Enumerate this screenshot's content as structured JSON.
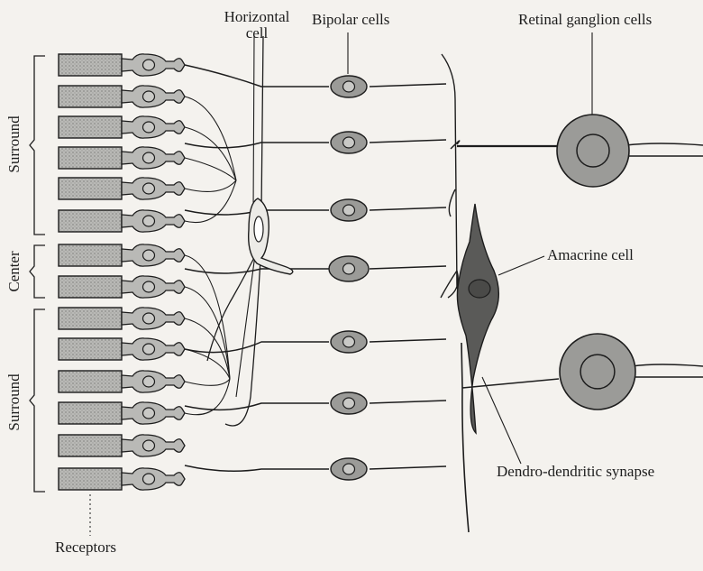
{
  "labels": {
    "horizontal_cell_line1": "Horizontal",
    "horizontal_cell_line2": "cell",
    "bipolar_cells": "Bipolar cells",
    "retinal_ganglion_cells": "Retinal ganglion cells",
    "amacrine_cell": "Amacrine cell",
    "dendro_dendritic_synapse": "Dendro-dendritic synapse",
    "receptors": "Receptors",
    "surround_top": "Surround",
    "center": "Center",
    "surround_bottom": "Surround"
  },
  "colors": {
    "background": "#f4f2ee",
    "ink": "#1d1d1d",
    "receptor_fill": "#b9b9b6",
    "cell_fill": "#9b9b98",
    "amacrine_fill": "#5a5a58",
    "nucleus_fill": "#c9c9c6"
  }
}
